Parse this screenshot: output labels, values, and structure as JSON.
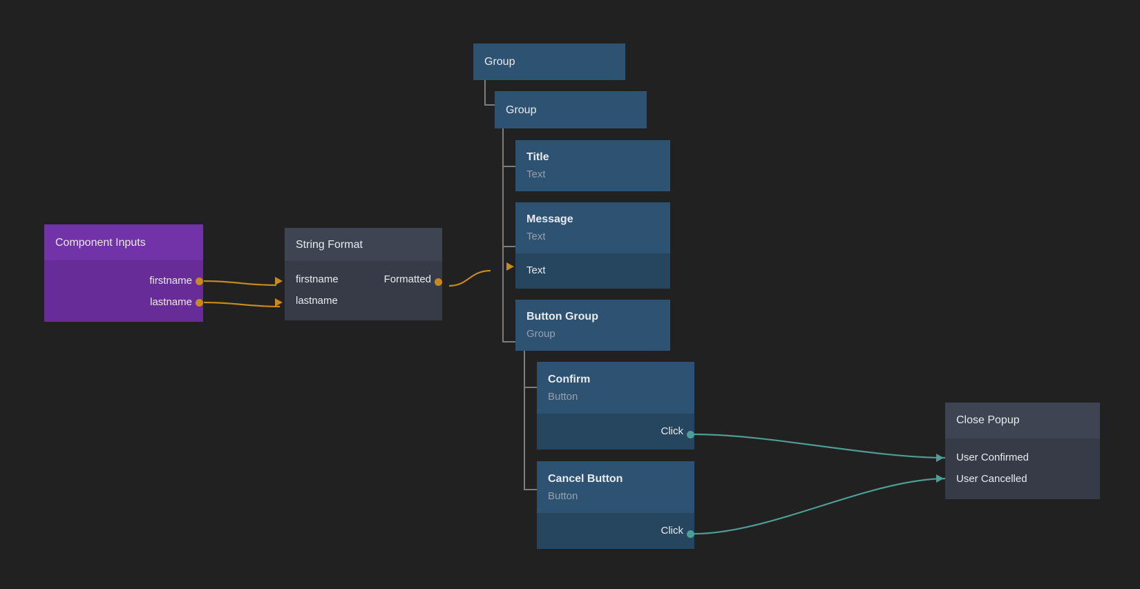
{
  "canvas": {
    "background": "#212121",
    "wire_colors": {
      "data": "#c98a1a",
      "event": "#4d9e96"
    },
    "tree_line_color": "#7e7e7e"
  },
  "nodes": {
    "component_inputs": {
      "title": "Component Inputs",
      "color": "#7232a8",
      "outputs": [
        {
          "label": "firstname"
        },
        {
          "label": "lastname"
        }
      ]
    },
    "string_format": {
      "title": "String Format",
      "color": "#3f4452",
      "inputs": [
        {
          "label": "firstname"
        },
        {
          "label": "lastname"
        }
      ],
      "outputs": [
        {
          "label": "Formatted"
        }
      ]
    },
    "group_outer": {
      "title": "Group",
      "color": "#2d5272"
    },
    "group_inner": {
      "title": "Group",
      "color": "#2d5272"
    },
    "title_widget": {
      "title": "Title",
      "subtitle": "Text",
      "color": "#2d5272"
    },
    "message_widget": {
      "title": "Message",
      "subtitle": "Text",
      "color": "#2d5272",
      "inputs": [
        {
          "label": "Text"
        }
      ]
    },
    "button_group": {
      "title": "Button Group",
      "subtitle": "Group",
      "color": "#2d5272"
    },
    "confirm_button": {
      "title": "Confirm",
      "subtitle": "Button",
      "color": "#2d5272",
      "outputs": [
        {
          "label": "Click"
        }
      ]
    },
    "cancel_button": {
      "title": "Cancel Button",
      "subtitle": "Button",
      "color": "#2d5272",
      "outputs": [
        {
          "label": "Click"
        }
      ]
    },
    "close_popup": {
      "title": "Close Popup",
      "color": "#3f4452",
      "inputs": [
        {
          "label": "User Confirmed"
        },
        {
          "label": "User Cancelled"
        }
      ]
    }
  }
}
